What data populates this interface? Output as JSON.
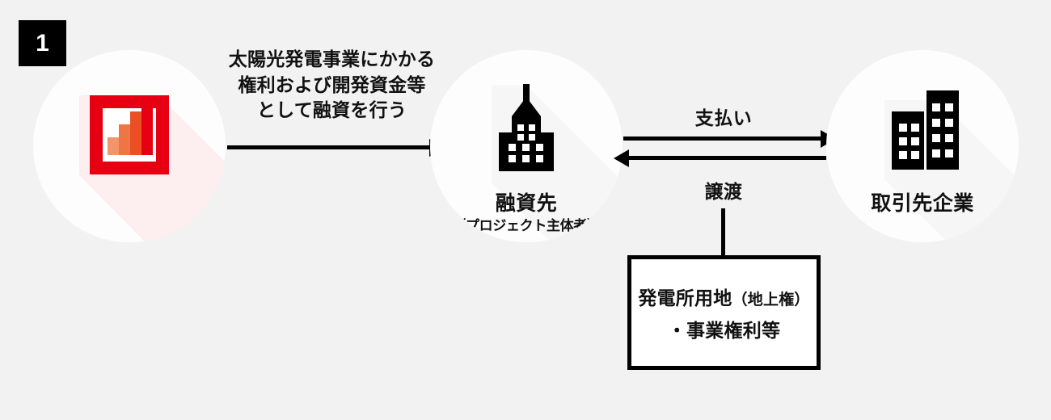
{
  "theme": {
    "background": "#f2f2f2",
    "ink": "#111111",
    "accent_red": "#e60012",
    "circle_fill": "#fdfdfd",
    "box_fill": "#ffffff"
  },
  "step": {
    "number": "1"
  },
  "nodes": {
    "left": {
      "icon_name": "bar-chart-icon",
      "bars": [
        {
          "color": "#f2956a",
          "height": 22
        },
        {
          "color": "#ef7544",
          "height": 38
        },
        {
          "color": "#eb4f25",
          "height": 54
        },
        {
          "color": "#e60012",
          "height": 70
        }
      ]
    },
    "center": {
      "icon_name": "tower-building-icon",
      "label": "融資先",
      "sublabel": "（プロジェクト主体者）"
    },
    "right": {
      "icon_name": "two-buildings-icon",
      "label": "取引先企業"
    }
  },
  "flows": {
    "funding": {
      "label_lines": [
        "太陽光発電事業にかかる",
        "権利および開発資金等",
        "として融資を行う"
      ],
      "direction": "right"
    },
    "payment": {
      "label": "支払い",
      "direction": "right"
    },
    "assignment": {
      "label": "譲渡",
      "direction": "left"
    }
  },
  "rights_box": {
    "line1_main": "発電所用地",
    "line1_small": "（地上権）",
    "line2": "・事業権利等"
  }
}
